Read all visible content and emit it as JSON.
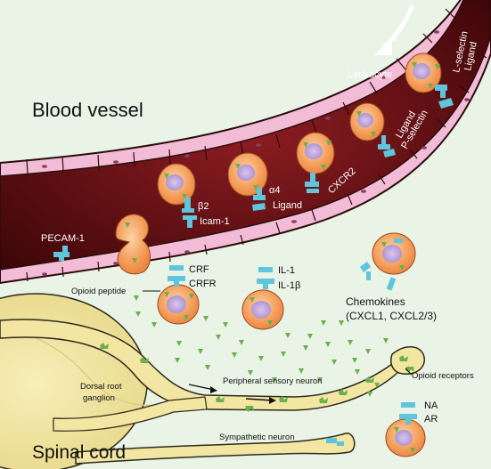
{
  "regions": {
    "blood_vessel": "Blood vessel",
    "spinal_cord": "Spinal cord"
  },
  "cells": {
    "leukocyte": "Leukocyte"
  },
  "adhesion": {
    "l_selectin": "L-selectin",
    "l_ligand": "Ligand",
    "p_ligand": "Ligand",
    "p_selectin": "P-selectin",
    "cxcr2": "CXCR2",
    "alpha4": "α4",
    "alpha4_ligand": "Ligand",
    "beta2": "β2",
    "icam1": "Icam-1",
    "pecam1": "PECAM-1"
  },
  "signals": {
    "crf": "CRF",
    "crfr": "CRFR",
    "il1": "IL-1",
    "il1b": "IL-1β",
    "opioid_peptide": "Opioid peptide",
    "chemokines": "Chemokines",
    "chemokines_detail": "(CXCL1, CXCL2/3)",
    "opioid_receptors": "Opioid receptors",
    "na": "NA",
    "ar": "AR"
  },
  "neurons": {
    "drg_line1": "Dorsal root",
    "drg_line2": "ganglion",
    "peripheral": "Peripheral sensory neuron",
    "sympathetic": "Sympathetic neuron"
  },
  "colors": {
    "background": "#e9f3e6",
    "vessel_lumen": "#5c0f14",
    "endothelium": "#f2bcd6",
    "cell": "#f29d5a",
    "receptor": "#5ec5dc",
    "neuron": "#f2e6a2",
    "ganglion": "#eee19a",
    "triangle": "#6ab04c"
  }
}
